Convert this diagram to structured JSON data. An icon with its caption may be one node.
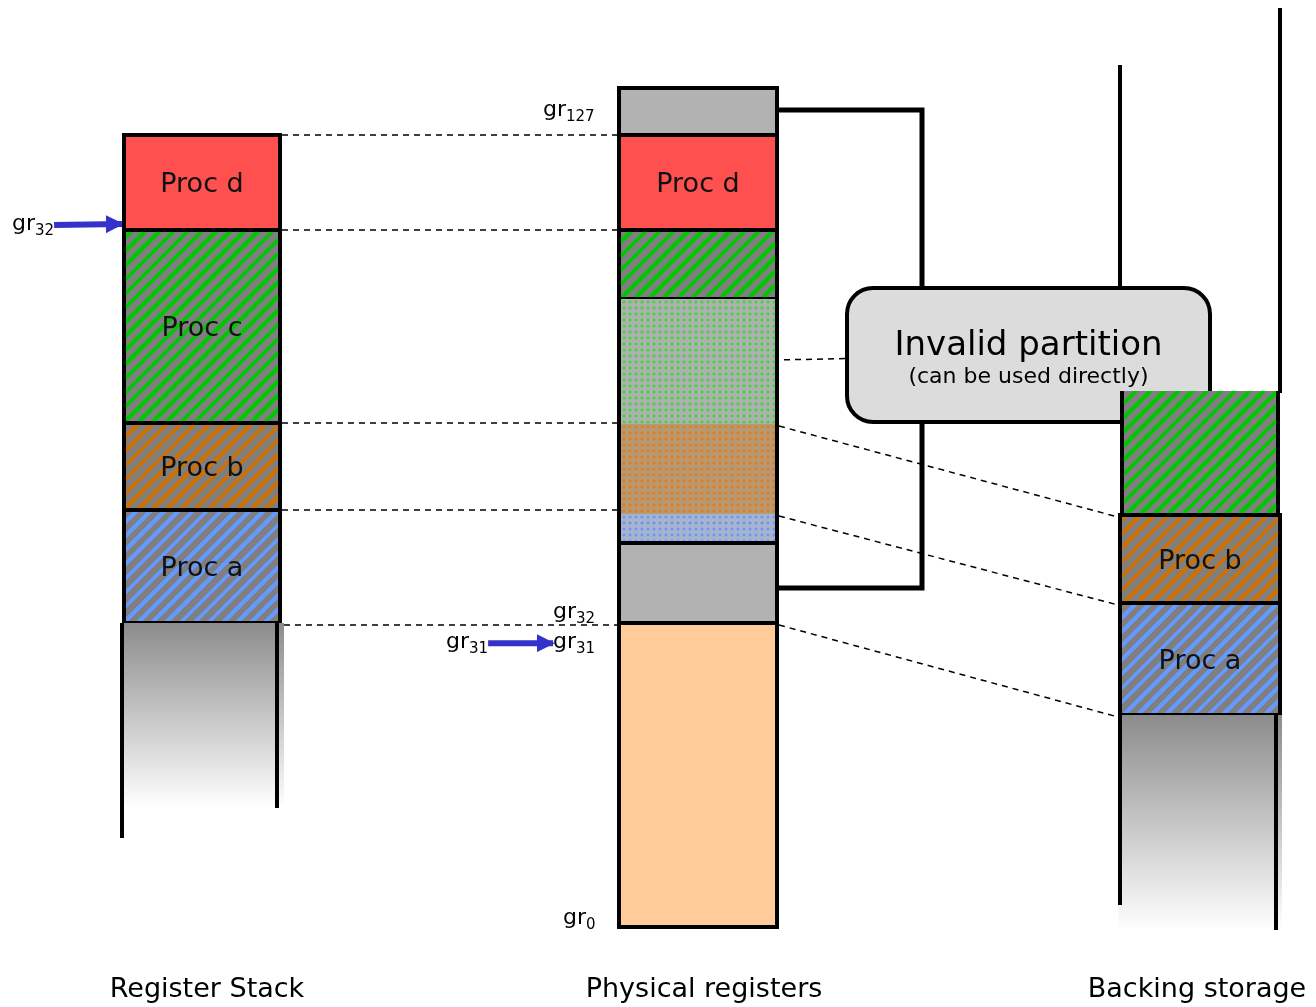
{
  "diagram": {
    "nodes": [
      {
        "text": [
          "Proc d"
        ]
      },
      {
        "text": [
          "Proc c"
        ]
      },
      {
        "text": [
          "Proc b"
        ]
      },
      {
        "text": [
          "Proc a"
        ]
      },
      {
        "text": [],
        "shape": "box"
      },
      {
        "text": [
          "gr$_{32}$"
        ]
      },
      {
        "text": [],
        "shape": "box"
      },
      {
        "text": [
          "Proc d"
        ]
      },
      {
        "text": [],
        "shape": "box"
      },
      {
        "text": [],
        "shape": "box"
      },
      {
        "text": [],
        "shape": "box"
      },
      {
        "text": [],
        "shape": "box"
      },
      {
        "text": [],
        "shape": "box"
      },
      {
        "text": [],
        "shape": "box"
      },
      {
        "text": [
          "gr$_{31}$"
        ]
      },
      {
        "text": [
          "gr$_{31}$"
        ]
      },
      {
        "text": [
          "Invalid partition",
          "(can be used directly)"
        ]
      },
      {
        "text": [],
        "shape": "box"
      },
      {
        "text": [
          "Proc b"
        ]
      },
      {
        "text": [
          "Proc a"
        ]
      },
      {
        "text": [],
        "shape": "box"
      }
    ],
    "edges": [
      {
        "from": 5,
        "to": 0,
        "arrow": "to",
        "style": "thick",
        "color": "#3333cc"
      },
      {
        "from": 14,
        "to": 15,
        "arrow": "to",
        "style": "thick",
        "color": "#3333cc"
      },
      {
        "from": 16,
        "to": 9,
        "arrow": "none",
        "style": "dashed",
        "color": "#000000"
      },
      {
        "from": 0,
        "to": 7,
        "arrow": "none",
        "style": "dashed",
        "color": "#000000"
      },
      {
        "from": 1,
        "to": 8,
        "arrow": "none",
        "style": "dashed",
        "color": "#000000"
      },
      {
        "from": 2,
        "to": 10,
        "arrow": "none",
        "style": "dashed",
        "color": "#000000"
      },
      {
        "from": 3,
        "to": 11,
        "arrow": "none",
        "style": "dashed",
        "color": "#000000"
      },
      {
        "from": 4,
        "to": 13,
        "arrow": "none",
        "style": "dashed",
        "color": "#000000"
      },
      {
        "from": 10,
        "to": 18,
        "arrow": "none",
        "style": "dashed",
        "color": "#000000"
      },
      {
        "from": 11,
        "to": 19,
        "arrow": "none",
        "style": "dashed",
        "color": "#000000"
      },
      {
        "from": 13,
        "to": 20,
        "arrow": "none",
        "style": "dashed",
        "color": "#000000"
      }
    ],
    "labels": [
      "gr$_{127}$",
      "gr$_{32}$",
      "gr$_{0}$",
      "Register Stack",
      "Physical registers",
      "Backing storage"
    ]
  }
}
